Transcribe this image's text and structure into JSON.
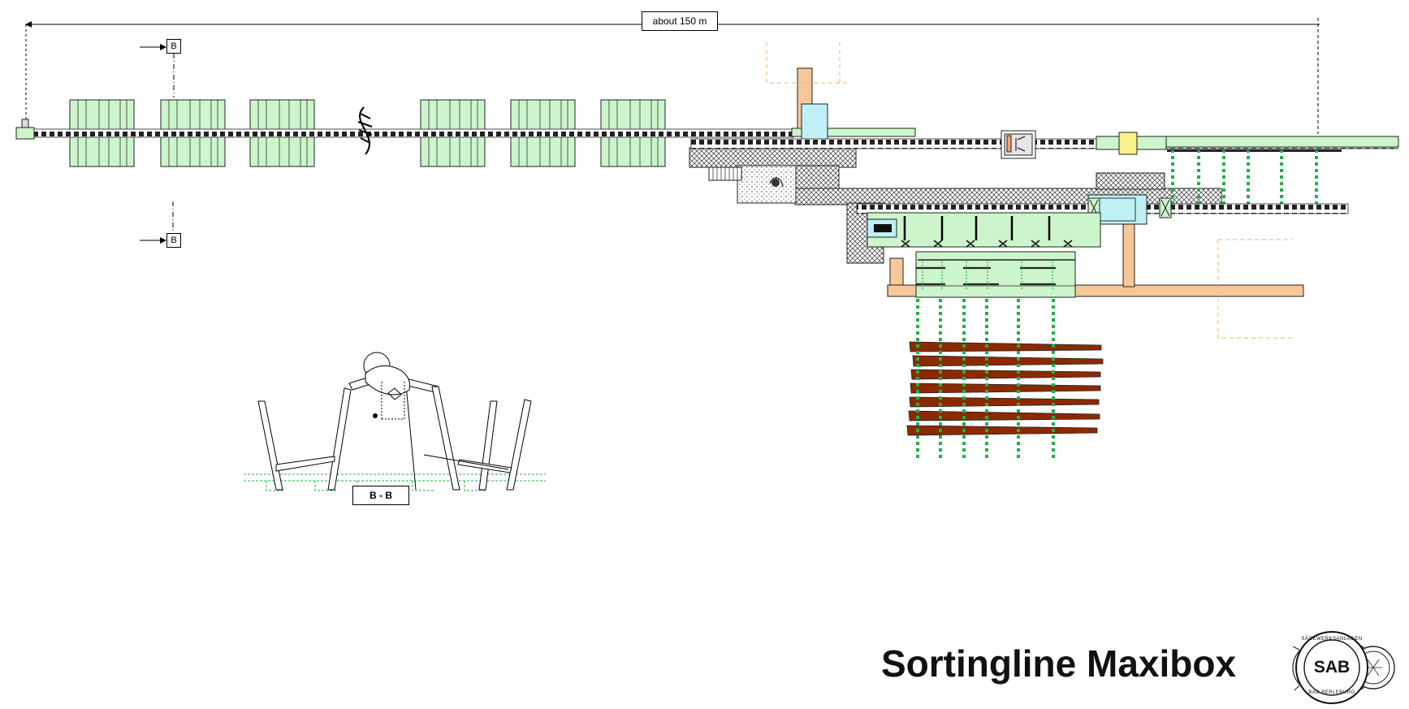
{
  "title": "Sortingline Maxibox",
  "dimension": {
    "label": "about 150 m"
  },
  "section": {
    "marker_top": "B",
    "marker_bottom": "B",
    "label": "B - B"
  },
  "logo": {
    "text": "SAB",
    "ring_text_top": "SÄGEWERKSANLAGEN",
    "ring_text_bottom": "BAD BERLEBURG"
  },
  "colors": {
    "module_green": "#ccf5cc",
    "salmon": "#f7c79a",
    "light_cyan": "#bff0f5",
    "log_brown": "#8b2a00",
    "chain_green": "#22b04a",
    "yellow": "#f5f08a"
  }
}
